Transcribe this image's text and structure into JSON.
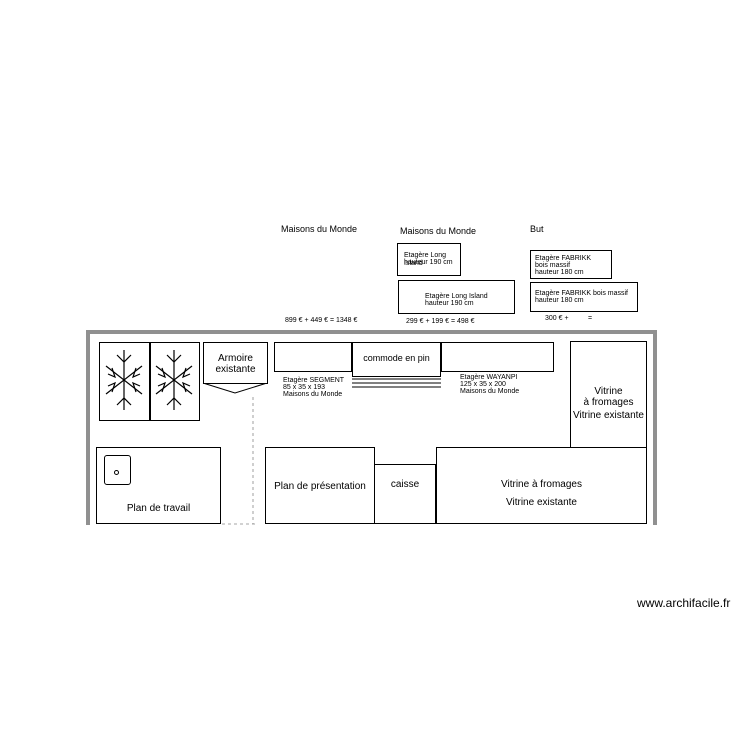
{
  "header_labels": {
    "maisons_1": "Maisons du Monde",
    "maisons_2": "Maisons du Monde",
    "but": "But"
  },
  "shelves": {
    "long_island_1": [
      "Etagère Long Island",
      "hauteur 190 cm"
    ],
    "long_island_2": [
      "Etagère Long Island",
      "hauteur 190 cm"
    ],
    "fabrikk_1": [
      "Etagère FABRIKK",
      "bois massif",
      "hauteur 180 cm"
    ],
    "fabrikk_2": [
      "Etagère FABRIKK bois massif",
      "hauteur 180 cm"
    ]
  },
  "prices": {
    "maisons_1": "899 € + 449 € = 1348 €",
    "maisons_2": "299 € + 199 € = 498 €",
    "but": "300 € +          ="
  },
  "rooms": {
    "armoire": [
      "Armoire",
      "existante"
    ],
    "commode": "commode en pin",
    "segment": [
      "Etagère SEGMENT",
      "85 x 35 x 193",
      "Maisons du Monde"
    ],
    "wayanpi": [
      "Etagère WAYANPI",
      "125 x 35 x 200",
      "Maisons du Monde"
    ],
    "vitrine_right": [
      "Vitrine",
      "à fromages",
      "Vitrine existante"
    ],
    "plan_travail": "Plan de travail",
    "plan_presentation": "Plan de présentation",
    "caisse": "caisse",
    "vitrine_bottom": [
      "Vitrine à fromages",
      "Vitrine existante"
    ]
  },
  "watermark": "www.archifacile.fr"
}
